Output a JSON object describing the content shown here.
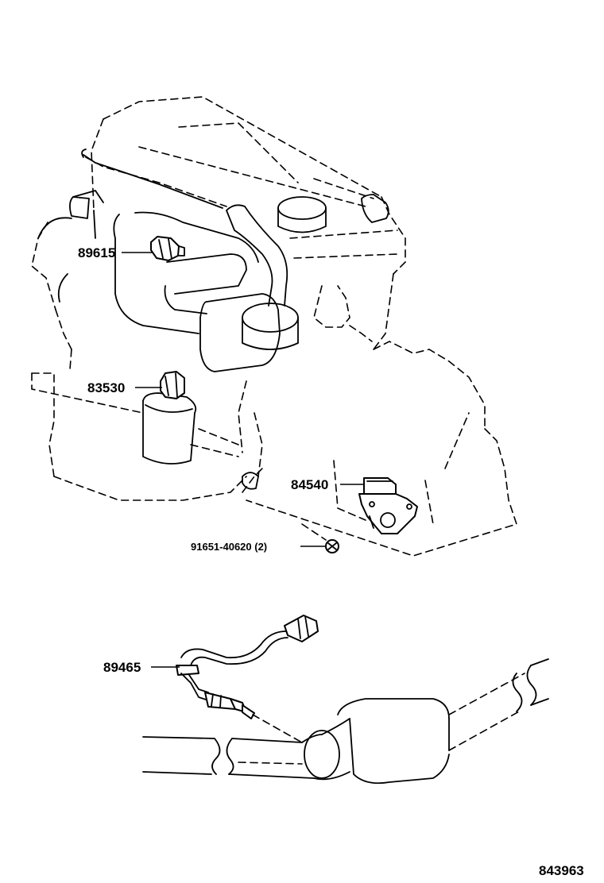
{
  "diagram": {
    "parts": [
      {
        "id": "oil-pressure-switch",
        "number": "89615"
      },
      {
        "id": "oil-pressure-sender",
        "number": "83530"
      },
      {
        "id": "neutral-start-switch",
        "number": "84540"
      },
      {
        "id": "switch-bolt",
        "number": "91651-40620 (2)"
      },
      {
        "id": "oxygen-sensor",
        "number": "89465"
      }
    ],
    "illustration_number": "843963",
    "line_color": "#000000",
    "background_color": "#ffffff"
  }
}
